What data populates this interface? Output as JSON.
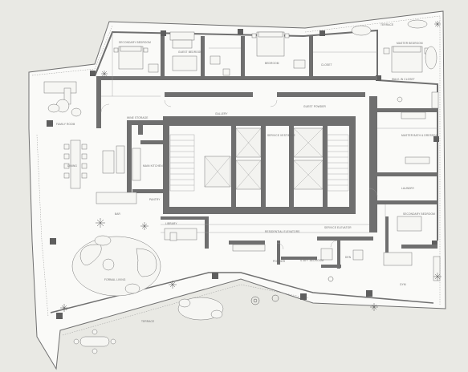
{
  "labels": {
    "terrace_top": "TERRACE",
    "bedroom_nw": "SECONDARY BEDROOM",
    "guest_suite": "GUEST BEDROOM",
    "bedroom_north": "BEDROOM",
    "closet_n": "CLOSET",
    "master_bedroom": "MASTER BEDROOM",
    "walkin_closet": "WALK-IN CLOSET",
    "family_room": "FAMILY ROOM",
    "wine_storage": "WINE STORAGE",
    "gallery": "GALLERY",
    "service_vestibule": "SERVICE VESTIBULE",
    "guest_powder": "GUEST POWDER",
    "master_bath": "MASTER BATH & DRESSING",
    "dining": "DINING",
    "main_kitchen": "MAIN KITCHEN",
    "pantry": "PANTRY",
    "bar": "BAR",
    "residential_elevators": "RESIDENTIAL ELEVATORS",
    "service_elevator": "SERVICE ELEVATOR",
    "laundry": "LAUNDRY",
    "secondary_bedroom_e": "SECONDARY BEDROOM",
    "library": "LIBRARY",
    "formal_living": "FORMAL LIVING",
    "powder": "POWDER",
    "staff_bedroom": "STAFF BEDROOM",
    "den": "DEN",
    "gym": "GYM",
    "terrace_bottom": "TERRACE"
  }
}
